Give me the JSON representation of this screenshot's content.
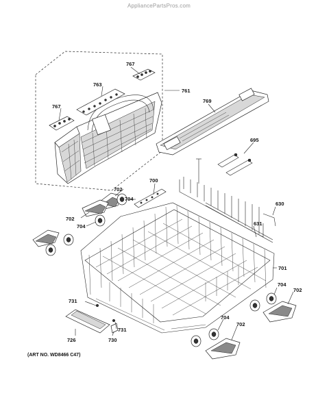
{
  "watermark": "AppliancePartsPros.com",
  "art_number": "(ART NO. WD8466 C47)",
  "callouts": {
    "c761": "761",
    "c767a": "767",
    "c767b": "767",
    "c763": "763",
    "c769": "769",
    "c695": "695",
    "c700": "700",
    "c702a": "702",
    "c704a": "704",
    "c702b": "702",
    "c704b": "704",
    "c630": "630",
    "c631": "631",
    "c701": "701",
    "c704c": "704",
    "c702c": "702",
    "c731a": "731",
    "c731b": "731",
    "c704d": "704",
    "c702d": "702",
    "c726": "726",
    "c730": "730"
  }
}
